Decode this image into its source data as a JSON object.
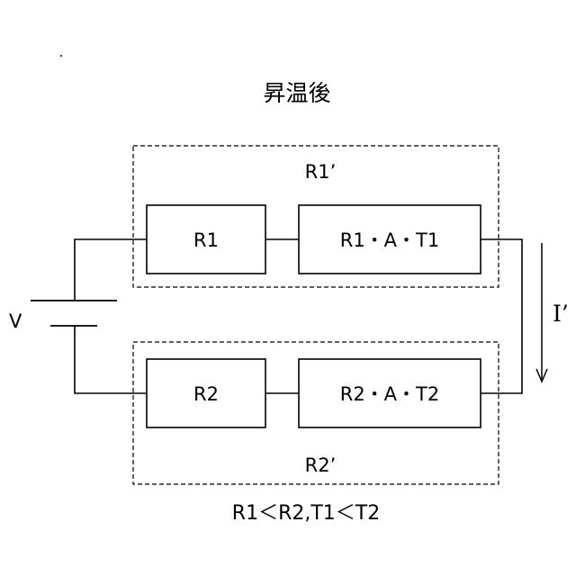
{
  "title": "昇温後",
  "groups": {
    "top_label": "R1’",
    "bottom_label": "R2’"
  },
  "resistors": {
    "r1": "R1",
    "r1_temp": "R1・A・T1",
    "r2": "R2",
    "r2_temp": "R2・A・T2"
  },
  "source_label": "V",
  "current_label": "I’",
  "condition": "R1＜R2,T1＜T2"
}
